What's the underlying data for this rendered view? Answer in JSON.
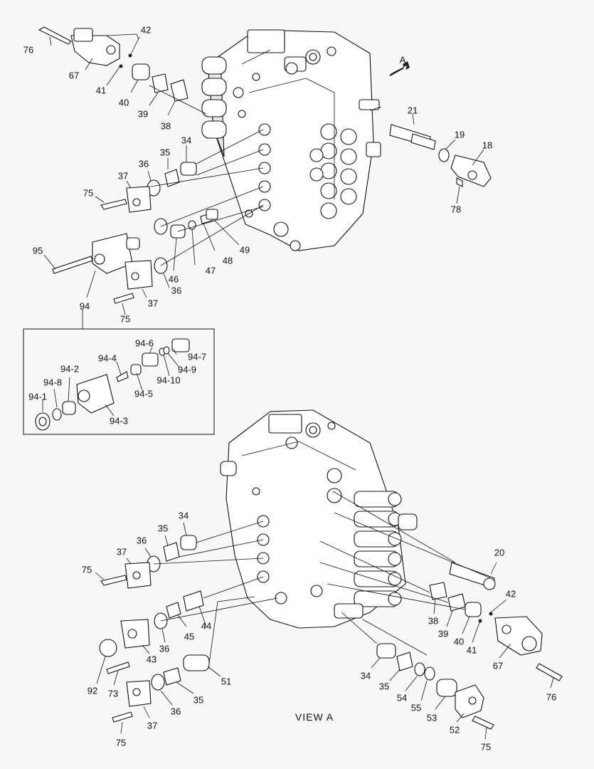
{
  "caption": "VIEW  A",
  "view_arrow_label": "A",
  "labels": {
    "l76a": "76",
    "l42a": "42",
    "l67a": "67",
    "l41a": "41",
    "l40a": "40",
    "l39a": "39",
    "l38a": "38",
    "l34a": "34",
    "l36a": "36",
    "l35a": "35",
    "l37a": "37",
    "l75a": "75",
    "l21": "21",
    "l19": "19",
    "l18": "18",
    "l78": "78",
    "l95": "95",
    "l94": "94",
    "l37b": "37",
    "l75b": "75",
    "l46": "46",
    "l47": "47",
    "l48": "48",
    "l49": "49",
    "l36b": "36",
    "l94_6": "94-6",
    "l94_7": "94-7",
    "l94_4": "94-4",
    "l94_9": "94-9",
    "l94_2": "94-2",
    "l94_10": "94-10",
    "l94_8": "94-8",
    "l94_5": "94-5",
    "l94_1": "94-1",
    "l94_3": "94-3",
    "l34b": "34",
    "l35b": "35",
    "l36c": "36",
    "l37c": "37",
    "l75c": "75",
    "l20": "20",
    "l42b": "42",
    "l38b": "38",
    "l39b": "39",
    "l40b": "40",
    "l41b": "41",
    "l67b": "67",
    "l44": "44",
    "l45": "45",
    "l36d": "36",
    "l43": "43",
    "l92": "92",
    "l73": "73",
    "l51": "51",
    "l35c": "35",
    "l36e": "36",
    "l37d": "37",
    "l75d": "75",
    "l34c": "34",
    "l35d": "35",
    "l54": "54",
    "l55": "55",
    "l53": "53",
    "l52": "52",
    "l75e": "75",
    "l76b": "76"
  }
}
